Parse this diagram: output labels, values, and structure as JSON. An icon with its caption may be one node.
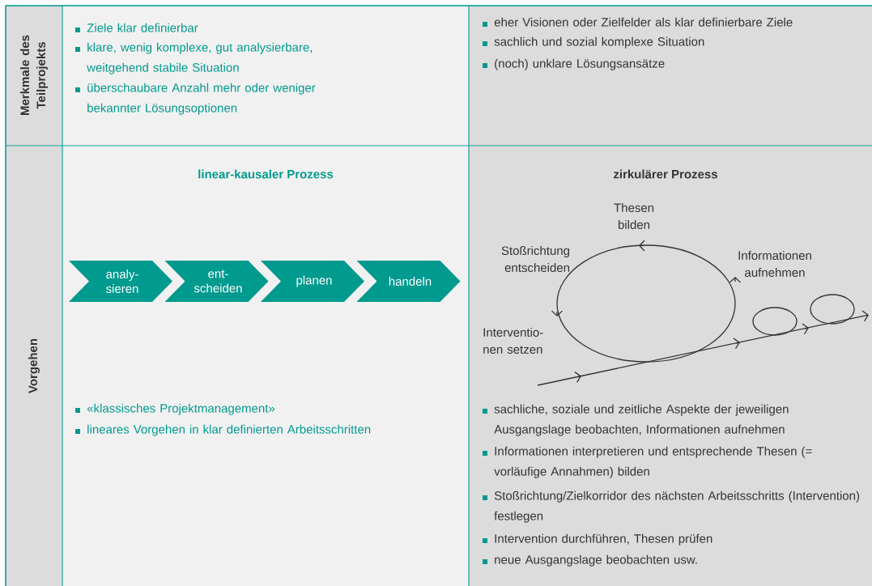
{
  "diagram": {
    "nodes": [
      {
        "text": [
          "analy- sieren"
        ]
      },
      {
        "text": [
          "ent- scheiden"
        ]
      },
      {
        "text": [
          "planen"
        ]
      },
      {
        "text": [
          "handeln"
        ]
      }
    ],
    "labels": [
      "Merkmale des Teilprojekts",
      "Ziele klar definierbar",
      "klare, wenig komplexe, gut analysierbare, weitgehend stabile Situation",
      "überschaubare Anzahl mehr oder weniger bekannter Lösungsoptionen",
      "eher Visionen oder Zielfelder als klar definierbare Ziele",
      "sachlich und sozial komplexe Situation",
      "(noch) unklare Lösungsansätze",
      "Vorgehen",
      "linear-kausaler Prozess",
      "zirkulärer Prozess",
      "Thesen bilden",
      "Stoßrichtung entscheiden",
      "Informationen aufnehmen",
      "Interventio- nen setzen",
      "«klassisches Projektmanagement»",
      "lineares Vorgehen in klar definierten Arbeitsschritten",
      "sachliche, soziale und zeitliche Aspekte der jeweiligen Ausgangslage beobachten, Informationen aufnehmen",
      "Informationen interpretieren und entsprechende Thesen (= vorläufige Annahmen) bilden",
      "Stoßrichtung/Zielkorridor des nächsten Arbeitsschritts (Intervention) festlegen",
      "Intervention durchführen, Thesen prüfen",
      "neue Ausgangslage beobachten usw."
    ]
  }
}
